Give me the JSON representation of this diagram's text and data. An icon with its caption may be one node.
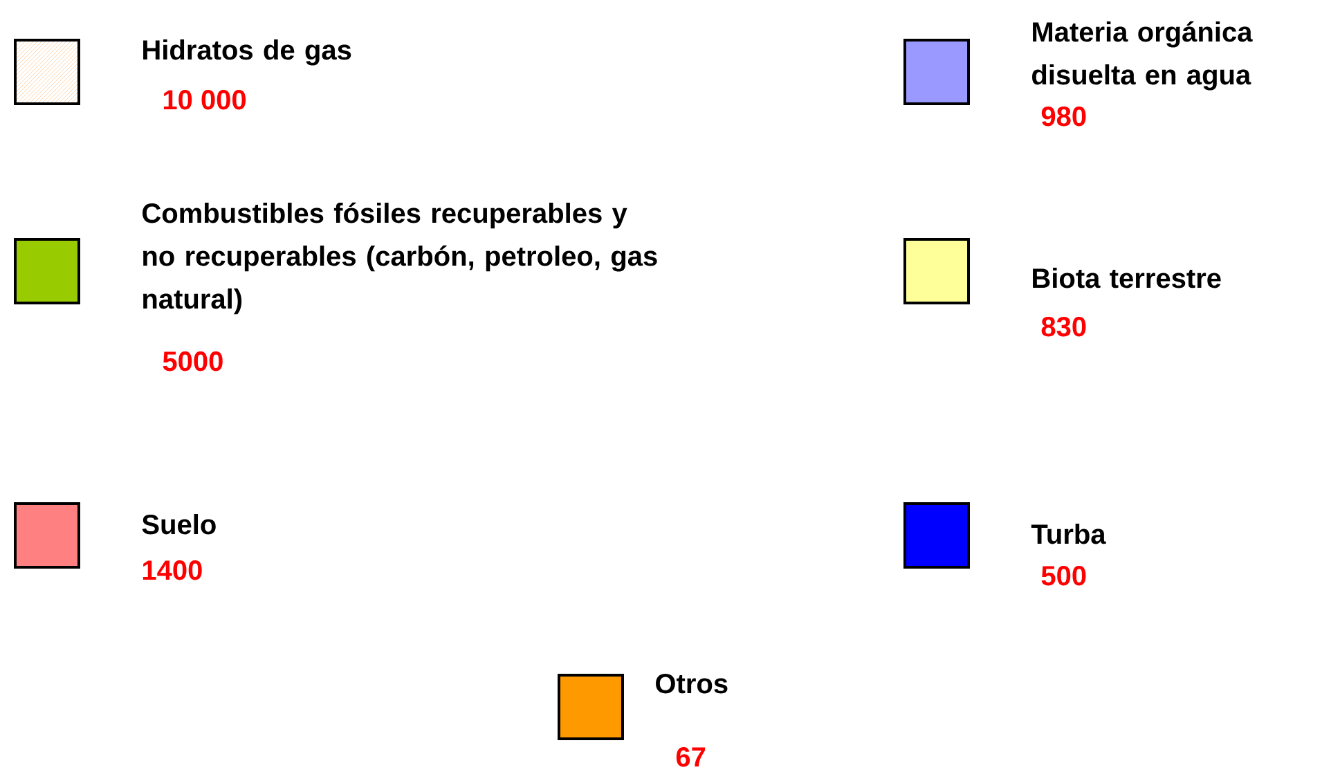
{
  "diagram": {
    "legend": [
      {
        "text": "Hidratos de gas"
      },
      {
        "text": "Materia orgánica disuelta en agua",
        "color": "#9999ff"
      },
      {
        "text": "Combustibles fósiles recuperables y no recuperables (carbón, petroleo, gas natural)",
        "color": "#99cc00"
      },
      {
        "text": "Biota terrestre",
        "color": "#ffff99"
      },
      {
        "text": "Suelo",
        "color": "#ff8080"
      },
      {
        "text": "Turba",
        "color": "#0000ff"
      },
      {
        "text": "Otros",
        "color": "#ff9900"
      }
    ],
    "labels": [
      "10 000",
      "980",
      "5000",
      "830",
      "1400",
      "500",
      "67"
    ]
  }
}
